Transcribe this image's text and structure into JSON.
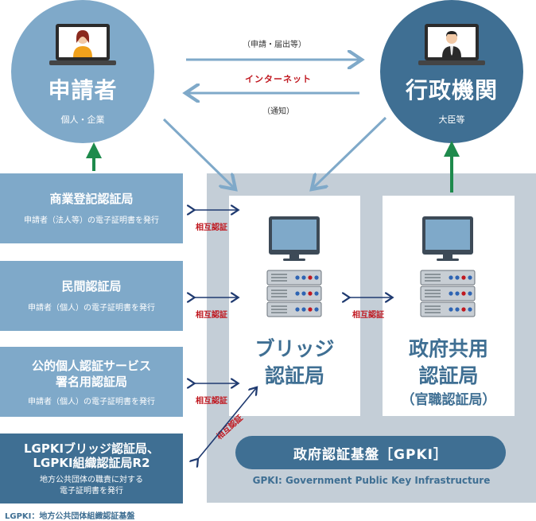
{
  "applicant": {
    "title": "申請者",
    "subtitle": "個人・企業"
  },
  "government": {
    "title": "行政機関",
    "subtitle": "大臣等"
  },
  "flows": {
    "request": "（申請・届出等）",
    "internet": "インターネット",
    "notice": "（通知）"
  },
  "left_boxes": [
    {
      "title": "商業登記認証局",
      "desc": "申請者（法人等）の電子証明書を発行"
    },
    {
      "title": "民間認証局",
      "desc": "申請者（個人）の電子証明書を発行"
    },
    {
      "title_line1": "公的個人認証サービス",
      "title_line2": "署名用認証局",
      "desc": "申請者（個人）の電子証明書を発行"
    },
    {
      "title_line1": "LGPKIブリッジ認証局、",
      "title_line2": "LGPKI組織認証局R2",
      "desc_line1": "地方公共団体の職責に対する",
      "desc_line2": "電子証明書を発行"
    }
  ],
  "mutual_label": "相互認証",
  "bridge": {
    "line1": "ブリッジ",
    "line2": "認証局"
  },
  "gov_ca": {
    "line1": "政府共用",
    "line2": "認証局",
    "note": "（官職認証局）"
  },
  "gpki": {
    "label": "政府認証基盤［GPKI］",
    "english": "GPKI: Government Public Key Infrastructure"
  },
  "footnote": "LGPKI：地方公共団体組織認証基盤",
  "colors": {
    "light_blue": "#7fa9c9",
    "dark_blue": "#3f6f93",
    "panel_grey": "#c4ced7",
    "red": "#c0171f",
    "green": "#1e8a4c"
  }
}
